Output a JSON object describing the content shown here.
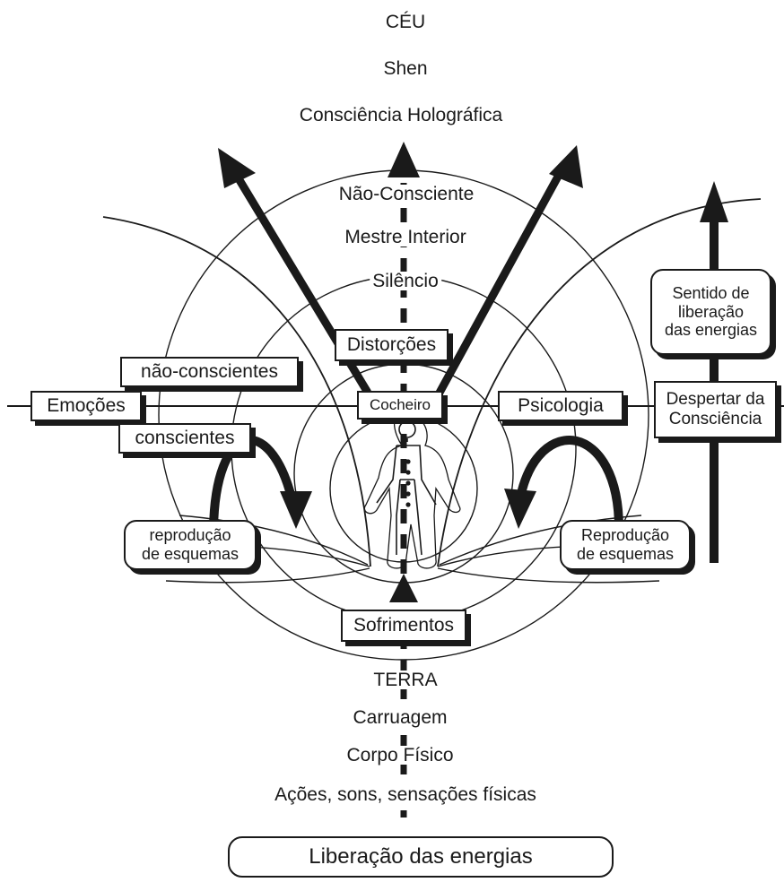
{
  "top": {
    "sky": "CÉU",
    "shen": "Shen",
    "holographic": "Consciência Holográfica",
    "non_conscious": "Não-Consciente",
    "inner_master": "Mestre Interior",
    "silence": "Silêncio"
  },
  "boxes": {
    "distortions": "Distorções",
    "coachman": "Cocheiro",
    "emotions": "Emoções",
    "non_conscious_small": "não-conscientes",
    "conscious": "conscientes",
    "psychology": "Psicologia",
    "sense_line1": "Sentido de",
    "sense_line2": "liberação",
    "sense_line3": "das energias",
    "awaken_line1": "Despertar da",
    "awaken_line2": "Consciência",
    "repro_left_line1": "reprodução",
    "repro_left_line2": "de esquemas",
    "repro_right_line1": "Reprodução",
    "repro_right_line2": "de esquemas",
    "suffering": "Sofrimentos"
  },
  "bottom": {
    "earth": "TERRA",
    "carriage": "Carruagem",
    "physical_body": "Corpo Físico",
    "actions": "Ações, sons, sensações físicas",
    "release": "Liberação das energias"
  },
  "colors": {
    "ink": "#1a1a1a",
    "paper": "#ffffff"
  }
}
